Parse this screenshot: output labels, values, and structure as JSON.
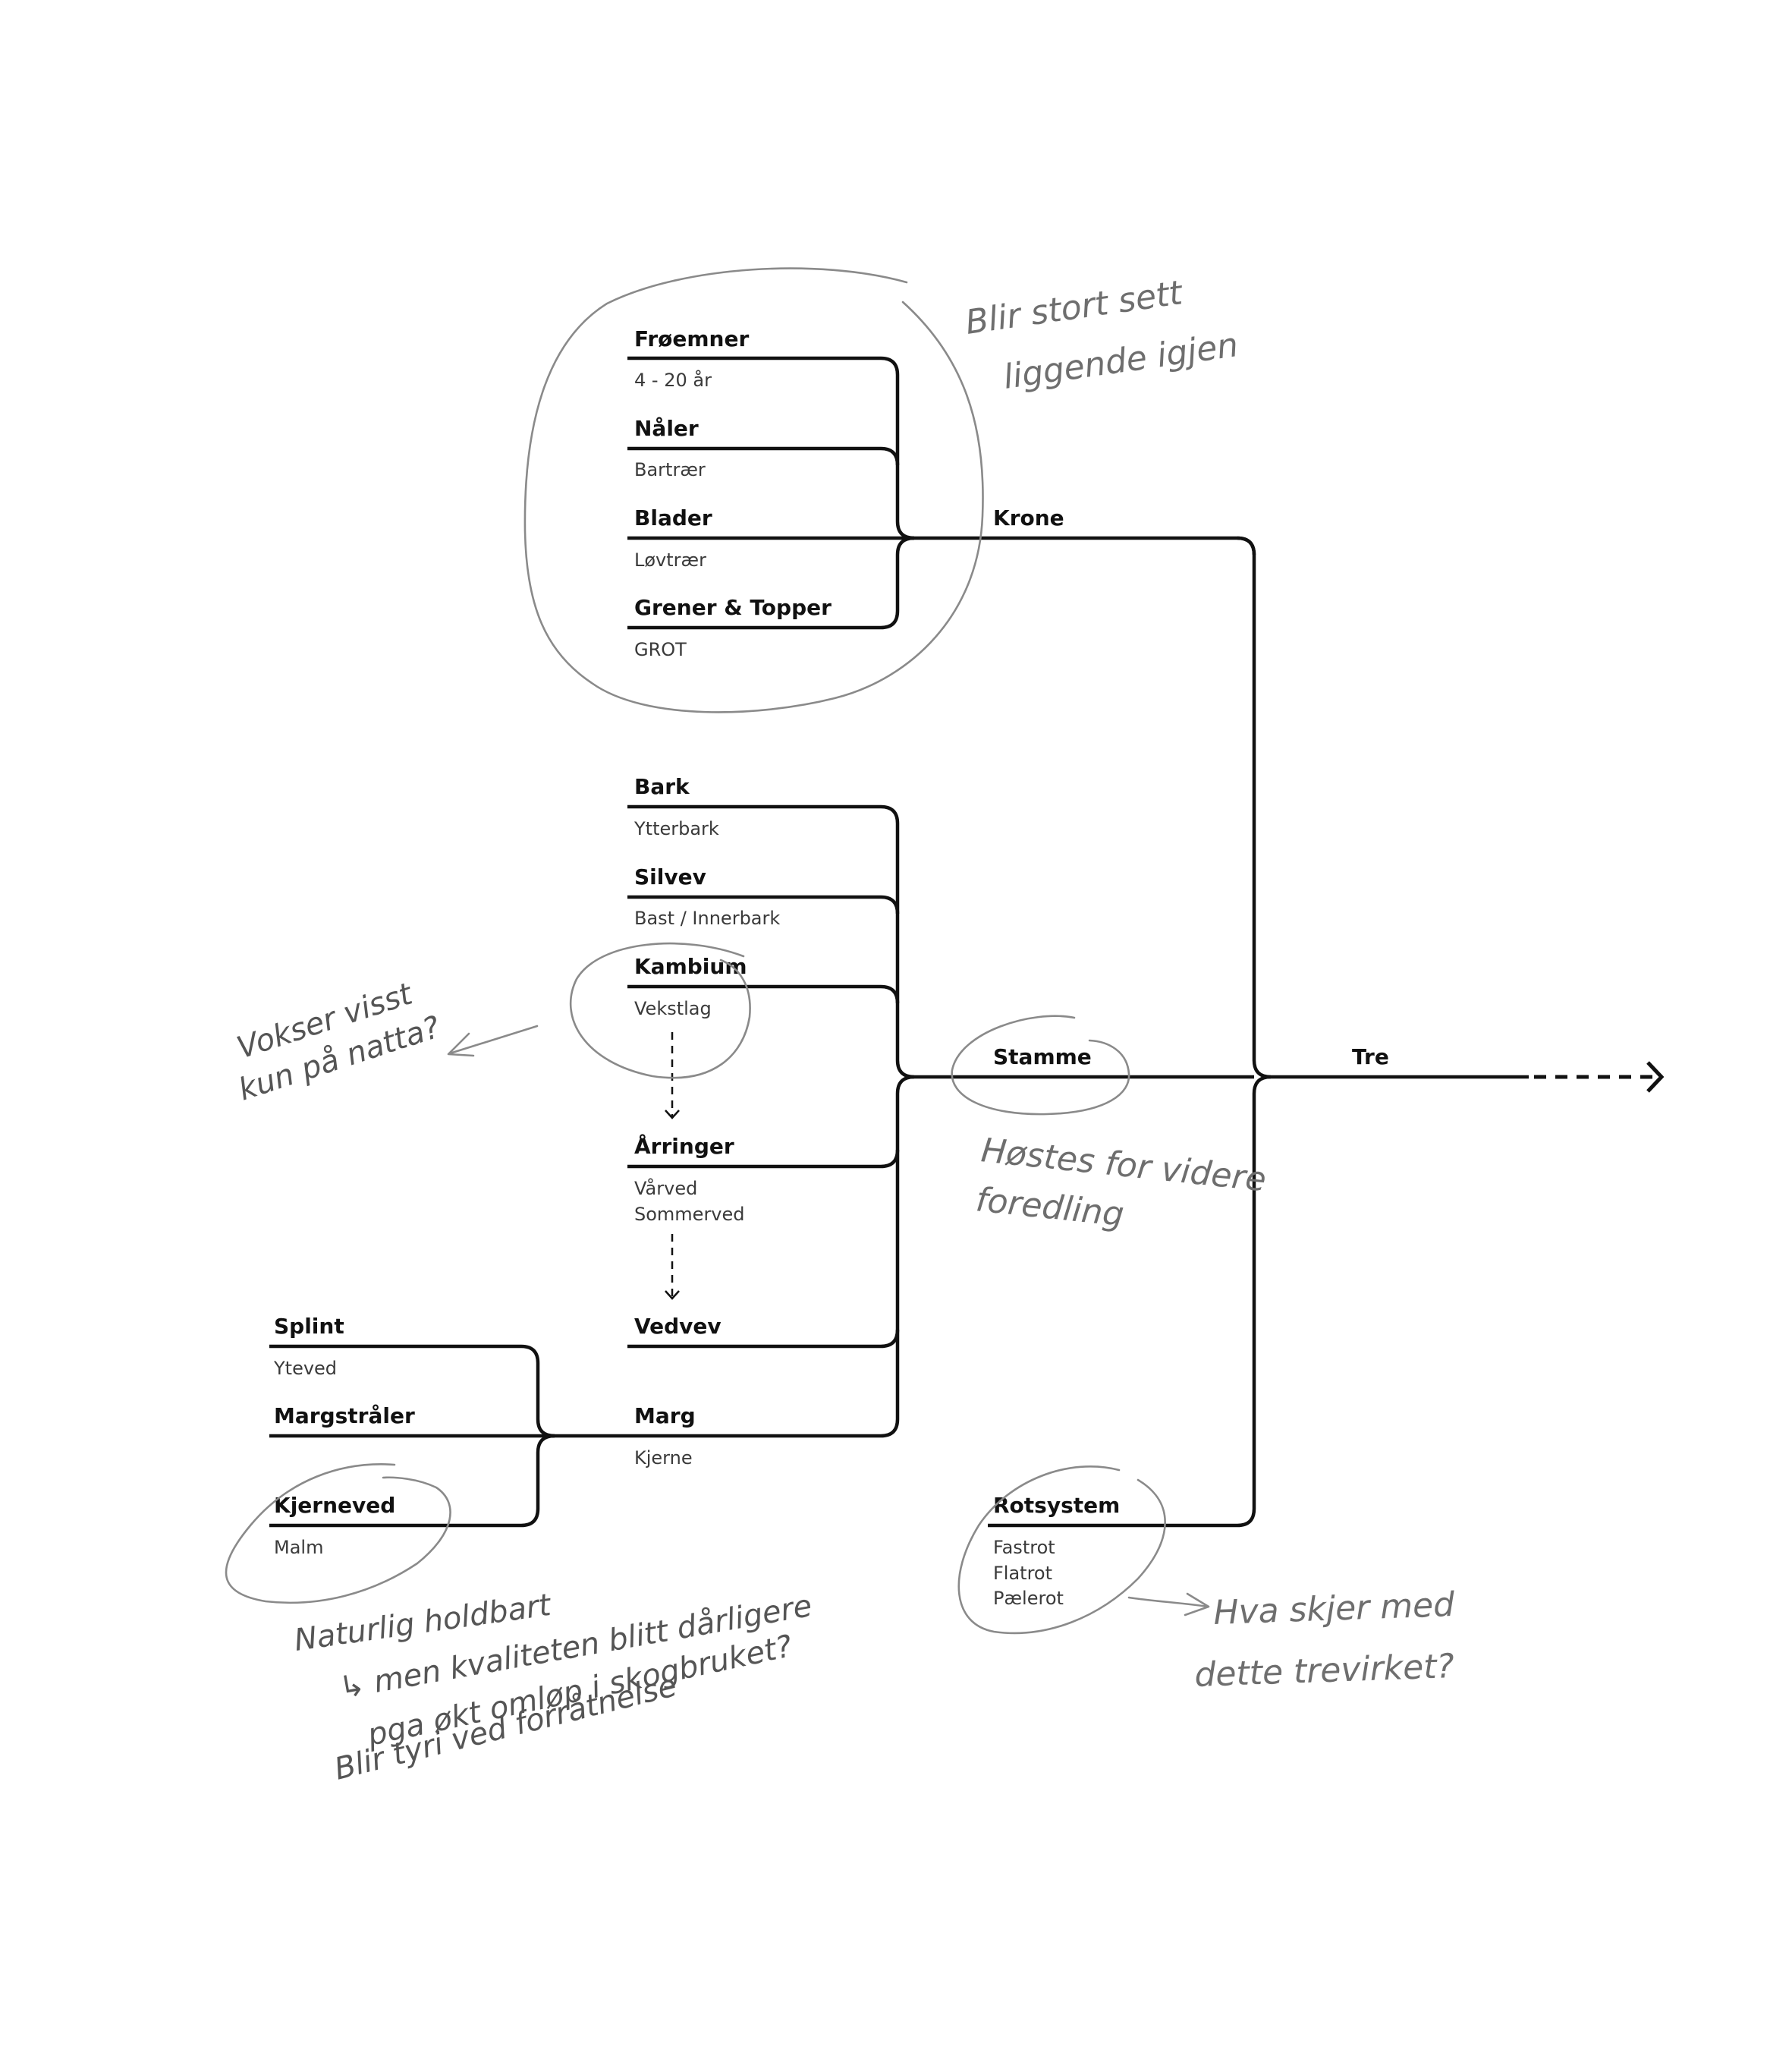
{
  "diagram": {
    "root": {
      "label": "Tre"
    },
    "branches": {
      "krone": {
        "label": "Krone",
        "parts": [
          {
            "title": "Frøemner",
            "subtitle": [
              "4 - 20 år"
            ]
          },
          {
            "title": "Nåler",
            "subtitle": [
              "Bartrær"
            ]
          },
          {
            "title": "Blader",
            "subtitle": [
              "Løvtrær"
            ]
          },
          {
            "title": "Grener & Topper",
            "subtitle": [
              "GROT"
            ]
          }
        ]
      },
      "stamme": {
        "label": "Stamme",
        "parts": [
          {
            "title": "Bark",
            "subtitle": [
              "Ytterbark"
            ]
          },
          {
            "title": "Silvev",
            "subtitle": [
              "Bast / Innerbark"
            ]
          },
          {
            "title": "Kambium",
            "subtitle": [
              "Vekstlag"
            ]
          },
          {
            "title": "Årringer",
            "subtitle": [
              "Vårved",
              "Sommerved"
            ]
          },
          {
            "title": "Vedvev",
            "subtitle": []
          },
          {
            "title": "Marg",
            "subtitle": [
              "Kjerne"
            ]
          }
        ],
        "marg_parts": [
          {
            "title": "Splint",
            "subtitle": [
              "Yteved"
            ]
          },
          {
            "title": "Margstråler",
            "subtitle": []
          },
          {
            "title": "Kjerneved",
            "subtitle": [
              "Malm"
            ]
          }
        ]
      },
      "rotsystem": {
        "label": "Rotsystem",
        "subtitle": [
          "Fastrot",
          "Flatrot",
          "Pælerot"
        ]
      }
    }
  },
  "annotations": {
    "krone_note": [
      "Blir stort sett",
      "liggende igjen"
    ],
    "kambium_note": [
      "Vokser visst",
      "kun på natta?"
    ],
    "stamme_note": [
      "Høstes for videre",
      "foredling"
    ],
    "kjerneved_note": [
      "Naturlig holdbart",
      "↳ men kvaliteten blitt dårligere",
      "pga økt omløp i skogbruket?",
      "Blir tyri ved forråtnelse"
    ],
    "rotsystem_note": [
      "Hva skjer med",
      "dette trevirket?"
    ]
  }
}
